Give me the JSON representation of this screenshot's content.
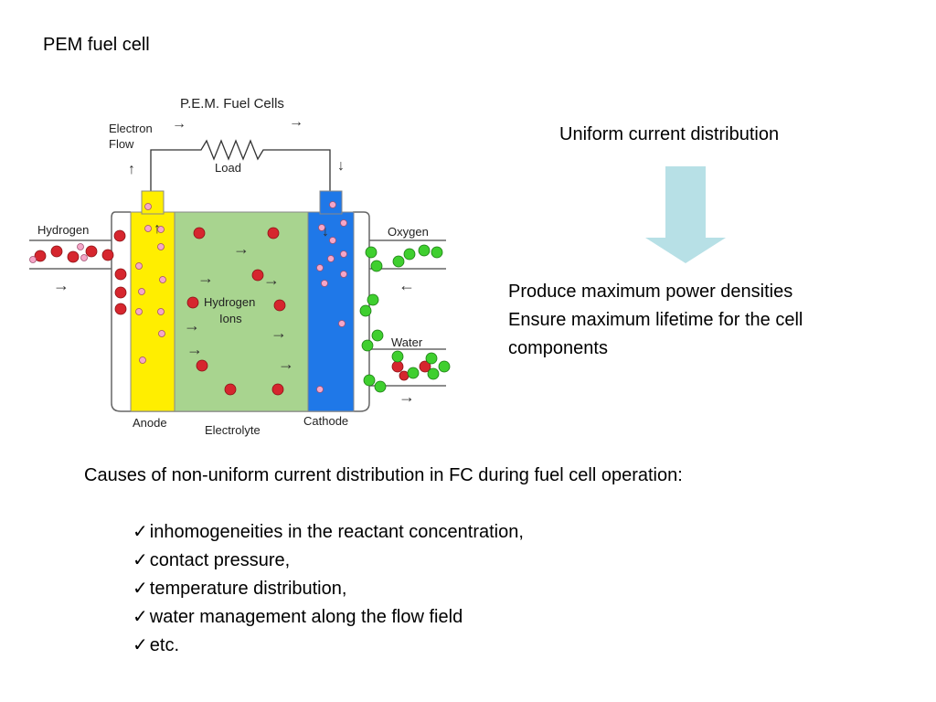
{
  "slide": {
    "title": "PEM fuel cell",
    "uniform_heading": "Uniform current distribution",
    "benefits": [
      "Produce maximum power densities",
      "Ensure maximum lifetime for the cell",
      "components"
    ],
    "causes_heading": "Causes of non-uniform current distribution in FC during fuel cell operation:",
    "check_glyph": "✓",
    "causes": [
      "inhomogeneities in the reactant concentration,",
      "contact pressure,",
      "temperature distribution,",
      "water management along the flow field",
      "etc."
    ],
    "arrow_color": "#b7e0e6"
  },
  "diagram": {
    "title": "P.E.M. Fuel Cells",
    "electron_flow_line1": "Electron",
    "electron_flow_line2": "Flow",
    "load": "Load",
    "hydrogen": "Hydrogen",
    "oxygen": "Oxygen",
    "water": "Water",
    "hydrogen_ions_line1": "Hydrogen",
    "hydrogen_ions_line2": "Ions",
    "anode": "Anode",
    "electrolyte": "Electrolyte",
    "cathode": "Cathode",
    "colors": {
      "anode": "#ffee00",
      "electrolyte": "#a8d48f",
      "cathode": "#1f78e8",
      "hydrogen_molecule": "#d6262e",
      "small_ion": "#f5a6c8",
      "oxygen_molecule": "#3fcf2f"
    }
  }
}
